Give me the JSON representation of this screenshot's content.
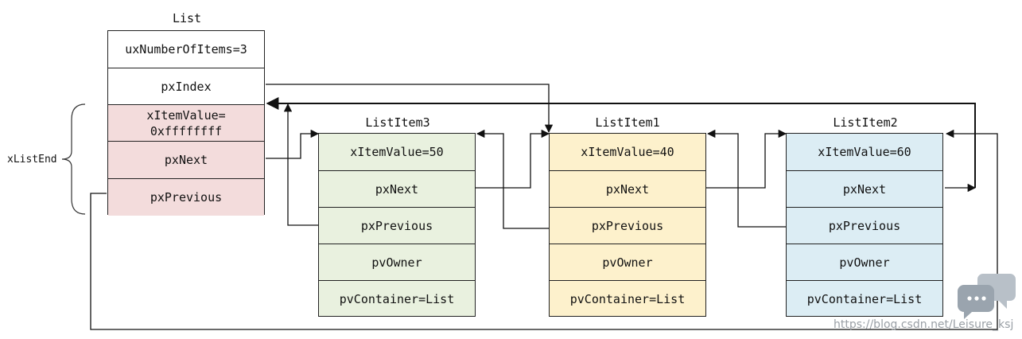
{
  "list": {
    "title": "List",
    "fields": [
      "uxNumberOfItems=3",
      "pxIndex",
      "xItemValue=\n0xffffffff",
      "pxNext",
      "pxPrevious"
    ],
    "end_color": "#f3dcdc"
  },
  "xlistend_label": "xListEnd",
  "items": [
    {
      "title": "ListItem3",
      "color": "#e9f1df",
      "fields": [
        "xItemValue=50",
        "pxNext",
        "pxPrevious",
        "pvOwner",
        "pvContainer=List"
      ]
    },
    {
      "title": "ListItem1",
      "color": "#fdf1cc",
      "fields": [
        "xItemValue=40",
        "pxNext",
        "pxPrevious",
        "pvOwner",
        "pvContainer=List"
      ]
    },
    {
      "title": "ListItem2",
      "color": "#dcedf4",
      "fields": [
        "xItemValue=60",
        "pxNext",
        "pxPrevious",
        "pvOwner",
        "pvContainer=List"
      ]
    }
  ],
  "watermark": "https://blog.csdn.net/Leisure_ksj"
}
